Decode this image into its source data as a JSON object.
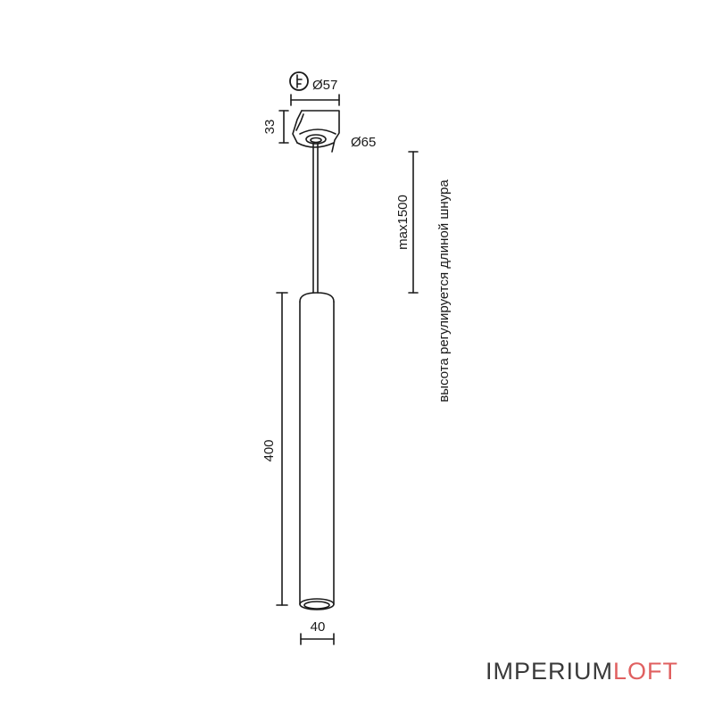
{
  "dimensions": {
    "canopy_top_diameter": "Ø57",
    "canopy_bottom_diameter": "Ø65",
    "canopy_height": "33",
    "cable_max_length": "max1500",
    "body_length": "400",
    "body_diameter": "40"
  },
  "notes": {
    "cable_adjust": "высота регулируется длиной шнура"
  },
  "logo": {
    "part1": "IMPERIUM",
    "part2": "LOFT",
    "color1": "#3a3a3a",
    "color2": "#e06060"
  },
  "icons": {
    "canopy_symbol": "lock-icon"
  },
  "colors": {
    "line": "#1a1a1a",
    "background": "#ffffff"
  }
}
